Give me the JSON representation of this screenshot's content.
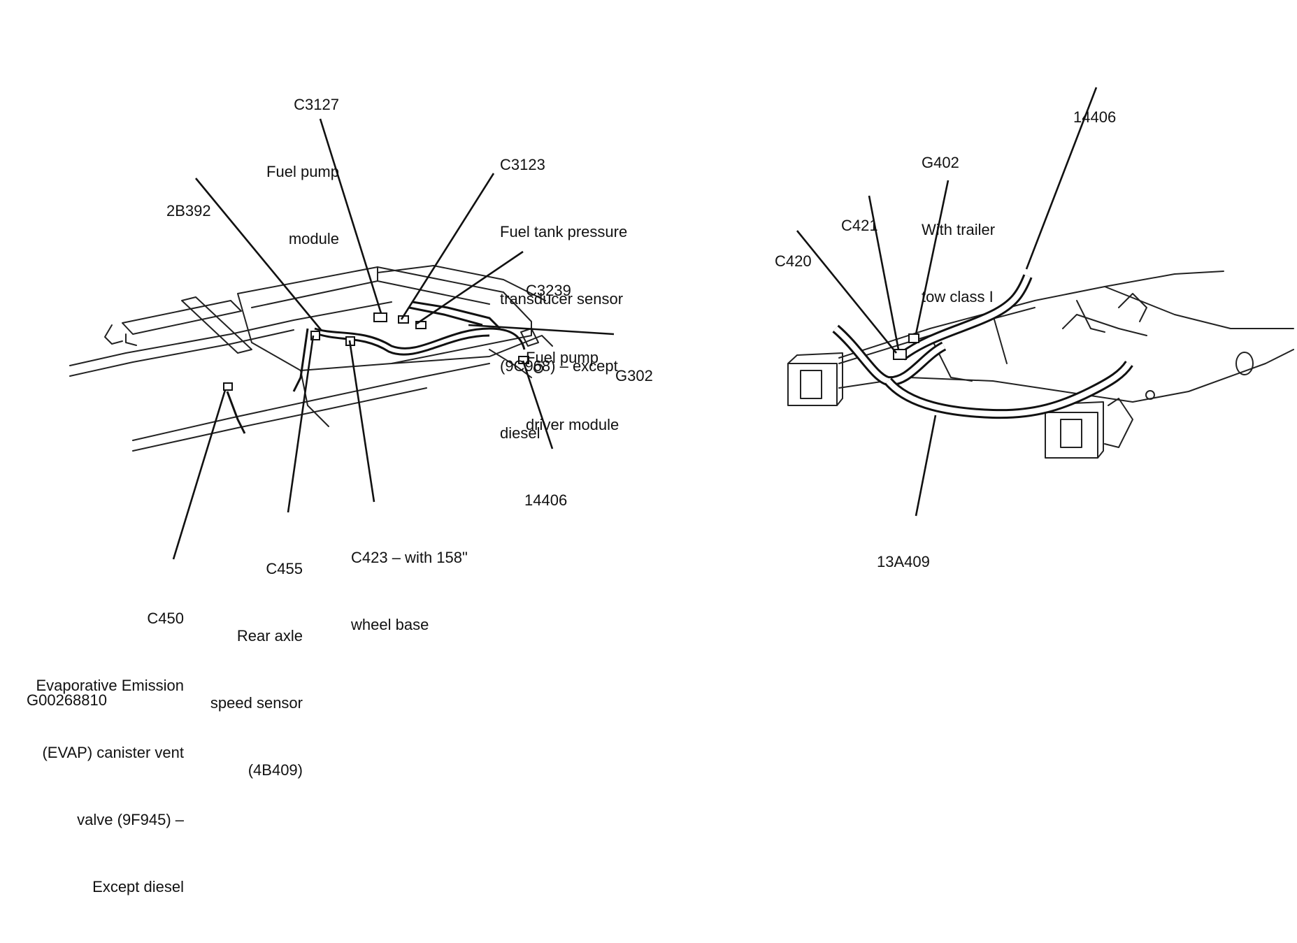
{
  "figure_id": "G00268810",
  "callouts": {
    "c3127": [
      "C3127",
      "Fuel pump",
      "module"
    ],
    "c3123": [
      "C3123",
      "Fuel tank pressure",
      "transducer sensor",
      "(9C968) – except",
      "diesel"
    ],
    "b2b392": [
      "2B392"
    ],
    "c3239": [
      "C3239",
      "Fuel pump",
      "driver module"
    ],
    "g302": [
      "G302"
    ],
    "h14406_left": [
      "14406"
    ],
    "c423": [
      "C423 – with 158\"",
      "wheel base"
    ],
    "c455": [
      "C455",
      "Rear axle",
      "speed sensor",
      "(4B409)"
    ],
    "c450": [
      "C450",
      "Evaporative Emission",
      "(EVAP) canister vent",
      "valve (9F945) –",
      "Except diesel"
    ],
    "h14406_right": [
      "14406"
    ],
    "g402": [
      "G402",
      "With trailer",
      "tow class I"
    ],
    "c421": [
      "C421"
    ],
    "c420": [
      "C420"
    ],
    "h13a409": [
      "13A409"
    ]
  }
}
